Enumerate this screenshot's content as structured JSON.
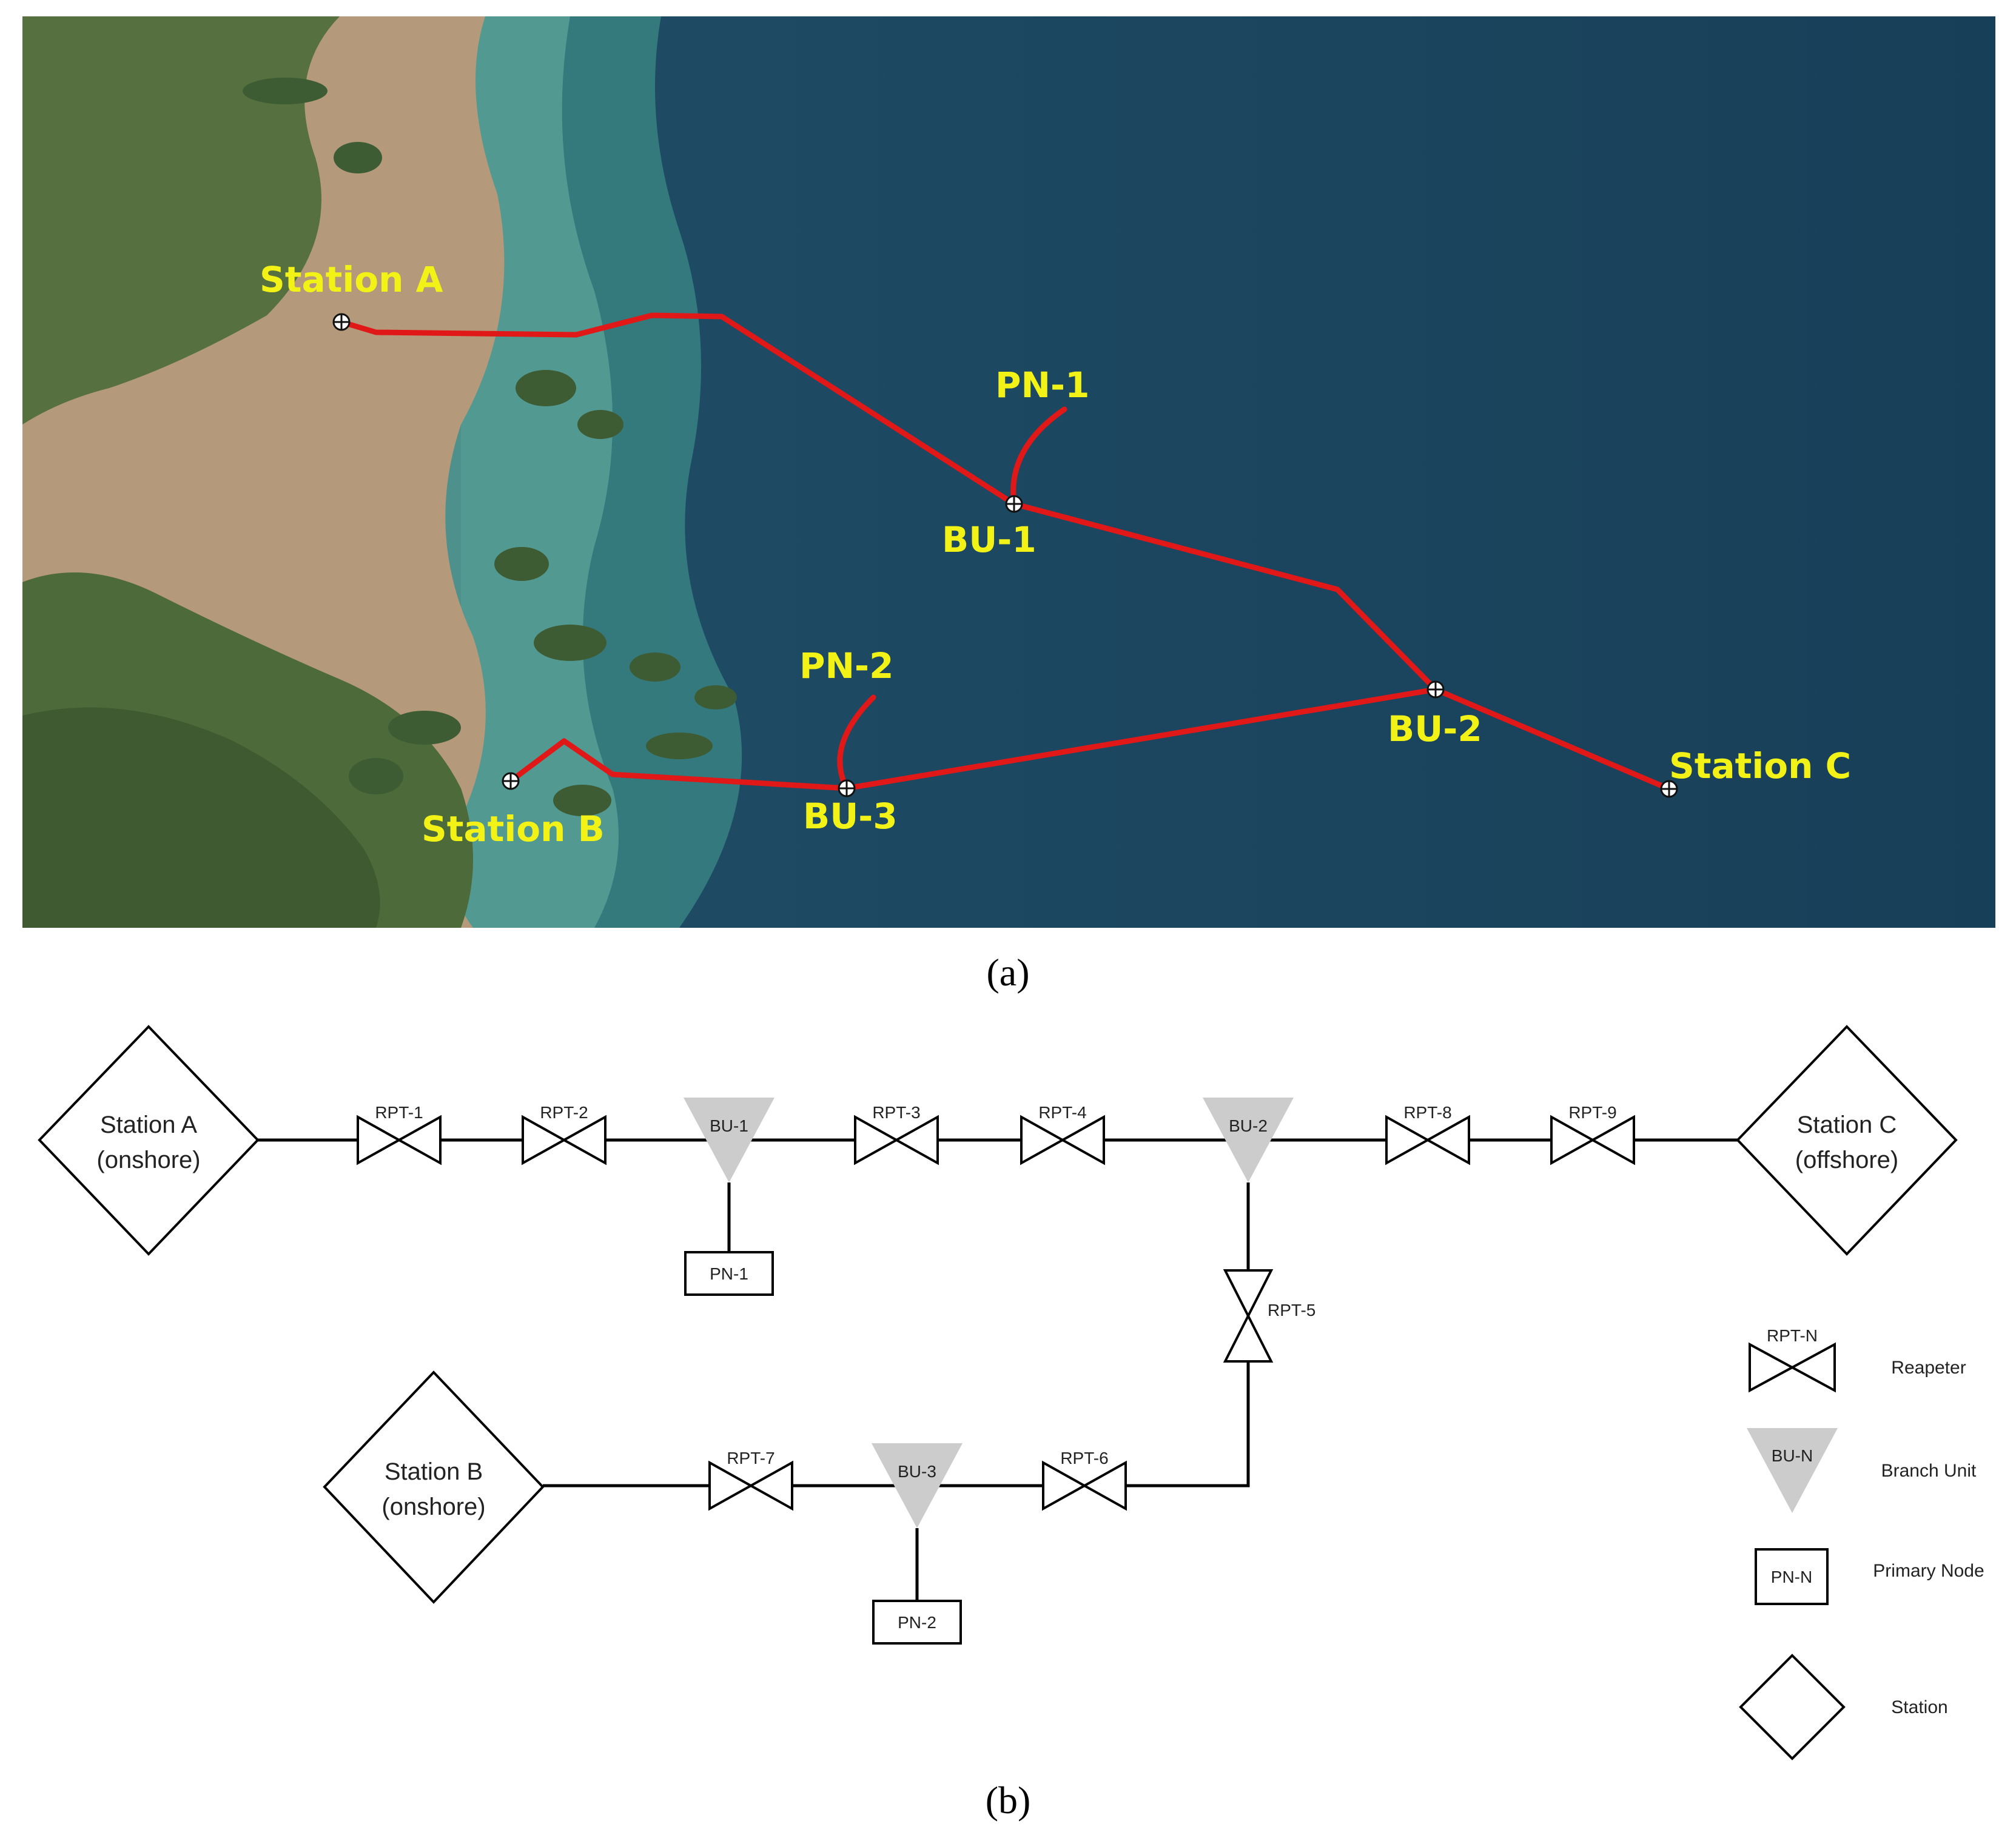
{
  "panel_a": {
    "caption": "(a)",
    "labels": {
      "station_a": "Station A",
      "station_b": "Station B",
      "station_c": "Station C",
      "pn1": "PN-1",
      "pn2": "PN-2",
      "bu1": "BU-1",
      "bu2": "BU-2",
      "bu3": "BU-3"
    },
    "colors": {
      "sea": "#1b4560",
      "land": "#4c6a3a",
      "estuary": "#b49a7a",
      "cable": "#e01818",
      "label": "#f2f217"
    }
  },
  "panel_b": {
    "caption": "(b)",
    "stations": {
      "a_name": "Station A",
      "a_type": "(onshore)",
      "b_name": "Station B",
      "b_type": "(onshore)",
      "c_name": "Station C",
      "c_type": "(offshore)"
    },
    "repeaters": {
      "rpt1": "RPT-1",
      "rpt2": "RPT-2",
      "rpt3": "RPT-3",
      "rpt4": "RPT-4",
      "rpt5": "RPT-5",
      "rpt6": "RPT-6",
      "rpt7": "RPT-7",
      "rpt8": "RPT-8",
      "rpt9": "RPT-9"
    },
    "branch_units": {
      "bu1": "BU-1",
      "bu2": "BU-2",
      "bu3": "BU-3"
    },
    "primary_nodes": {
      "pn1": "PN-1",
      "pn2": "PN-2"
    },
    "legend": {
      "repeater_symbol": "RPT-N",
      "repeater_label": "Reapeter",
      "bu_symbol": "BU-N",
      "bu_label": "Branch Unit",
      "pn_symbol": "PN-N",
      "pn_label": "Primary Node",
      "station_label": "Station"
    },
    "colors": {
      "line": "#000000",
      "branch_unit_fill": "#cccccc"
    }
  }
}
